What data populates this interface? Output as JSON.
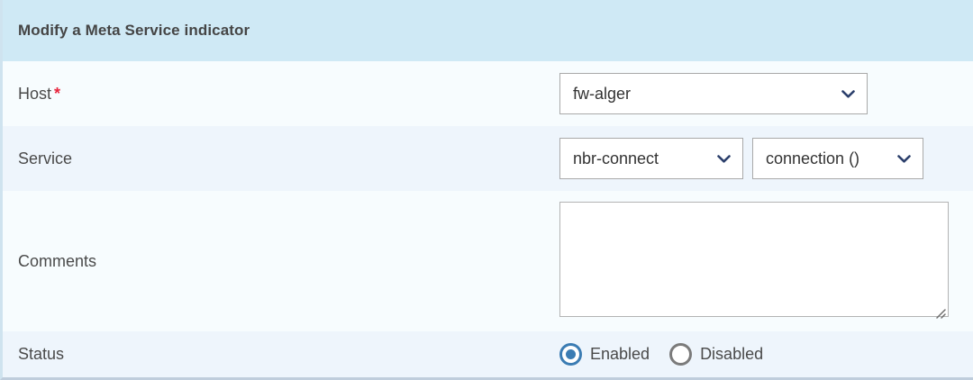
{
  "header": {
    "title": "Modify a Meta Service indicator",
    "background_color": "#cfe9f5",
    "text_color": "#454545"
  },
  "colors": {
    "row_light": "#f7fcfe",
    "row_alt": "#eef5fc",
    "required_asterisk": "#e8243c",
    "chevron": "#2b3f६b",
    "radio_selected": "#3b7cb3",
    "radio_unselected": "#7b7b7b",
    "panel_bottom_border": "#bfcddc"
  },
  "rows": {
    "host": {
      "label": "Host",
      "required_mark": "*",
      "select": {
        "name": "host-select",
        "value": "fw-alger",
        "icon": "chevron-down-icon"
      }
    },
    "service": {
      "label": "Service",
      "select_service": {
        "name": "service-select",
        "value": "nbr-connect",
        "icon": "chevron-down-icon"
      },
      "select_metric": {
        "name": "metric-select",
        "value": "connection ()",
        "icon": "chevron-down-icon"
      }
    },
    "comments": {
      "label": "Comments",
      "textarea": {
        "name": "comments-textarea",
        "value": "",
        "placeholder": ""
      },
      "resize_grip_icon": "resize-grip-icon"
    },
    "status": {
      "label": "Status",
      "options": [
        {
          "label": "Enabled",
          "selected": true
        },
        {
          "label": "Disabled",
          "selected": false
        }
      ]
    }
  }
}
